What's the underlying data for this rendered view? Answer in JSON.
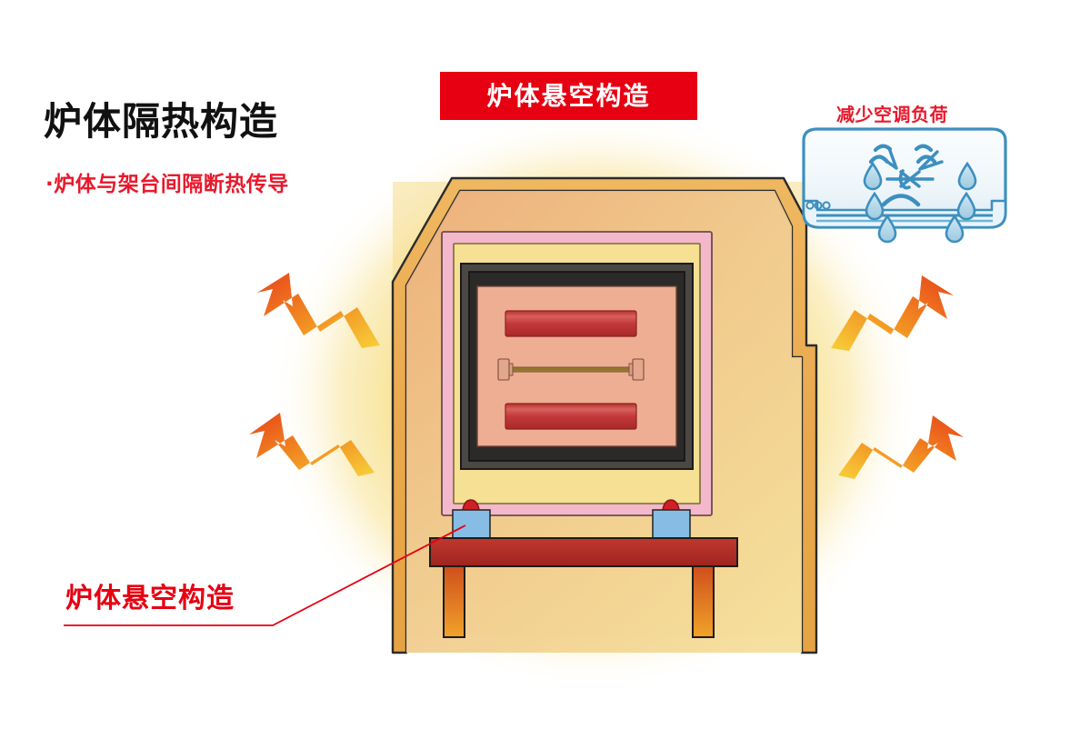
{
  "figure": {
    "title": "炉体隔热构造",
    "subtitle": "·炉体与架台间隔断热传导",
    "banner_label": "炉体悬空构造",
    "ac_caption": "减少空调负荷",
    "callout_label": "炉体悬空构造"
  },
  "colors": {
    "banner_bg": "#e60012",
    "banner_text": "#ffffff",
    "title_text": "#111111",
    "accent_red": "#e8192c",
    "callout_red": "#e60012",
    "glow": "#f7e08a",
    "shell_orange": "#eaa94f",
    "shell_fill": "#edb07c",
    "insul_pink": "#f3b8cb",
    "insul_yellow": "#f5e093",
    "frame_dark": "#33302e",
    "frame_dark2": "#4a4744",
    "chamber": "#eeae93",
    "heater_red": "#c4383c",
    "table_red": "#b8322c",
    "leg_orange": "#e07a20",
    "block_blue": "#87bde4",
    "cap_red": "#cf2027",
    "arrow_orange": "#f2a32a",
    "arrow_red": "#e8431a",
    "ac_blue": "#2a7fb5",
    "ac_body": "#eef6fa"
  },
  "diagram": {
    "outer_shell_name": "furnace-outer-shell",
    "layers": [
      {
        "name": "outer-shell",
        "label": "炉体外壳"
      },
      {
        "name": "insulation-pink",
        "label": "隔热层-粉"
      },
      {
        "name": "insulation-yellow",
        "label": "隔热层-黄"
      },
      {
        "name": "frame-dark",
        "label": "炉体框架"
      },
      {
        "name": "chamber",
        "label": "炉膛"
      }
    ],
    "heaters": [
      {
        "name": "heater-bar-top"
      },
      {
        "name": "heater-bar-bottom"
      }
    ],
    "shaft": {
      "name": "chamber-shaft"
    },
    "supports": [
      {
        "name": "support-pillar-left"
      },
      {
        "name": "support-pillar-right"
      }
    ],
    "stand": {
      "name": "furnace-stand"
    },
    "heat_arrows": [
      {
        "name": "heat-arrow-upper-left",
        "direction": "up-left"
      },
      {
        "name": "heat-arrow-lower-left",
        "direction": "left"
      },
      {
        "name": "heat-arrow-upper-right",
        "direction": "up-right"
      },
      {
        "name": "heat-arrow-lower-right",
        "direction": "right"
      }
    ],
    "air_conditioner": {
      "name": "air-conditioner",
      "expression": "sweating-sad-face"
    },
    "leader_line": {
      "name": "callout-leader-line"
    }
  }
}
